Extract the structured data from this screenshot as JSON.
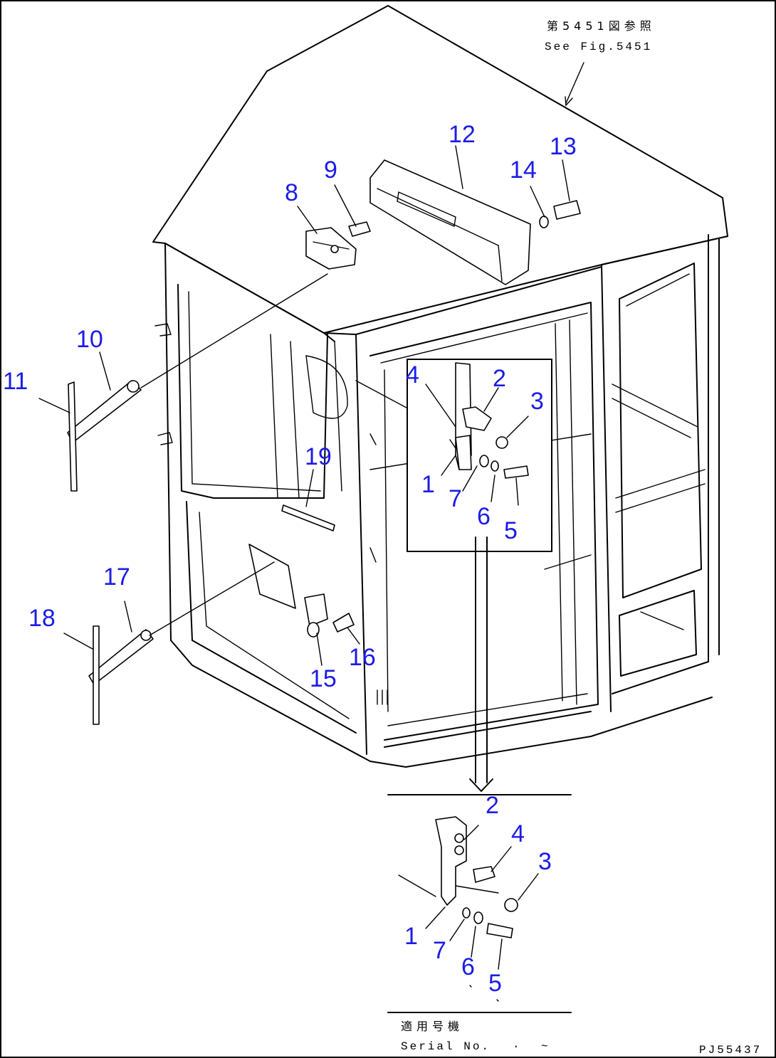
{
  "reference_note": {
    "line1": "第5451図参照",
    "line2": "See Fig.5451"
  },
  "part_labels": {
    "p1": "1",
    "p2": "2",
    "p3": "3",
    "p4": "4",
    "p5": "5",
    "p6": "6",
    "p7": "7",
    "p8": "8",
    "p9": "9",
    "p10": "10",
    "p11": "11",
    "p12": "12",
    "p13": "13",
    "p14": "14",
    "p15": "15",
    "p16": "16",
    "p17": "17",
    "p18": "18",
    "p19": "19",
    "d2": "2",
    "d4": "4",
    "d3": "3",
    "d1": "1",
    "d7": "7",
    "d6": "6",
    "d5": "5"
  },
  "serial_box": {
    "label_jp": "適用号機",
    "label_en": "Serial No.",
    "range": "~"
  },
  "figure_code": "PJ55437",
  "colors": {
    "callout": "#1c1ce6",
    "line": "#000000"
  }
}
